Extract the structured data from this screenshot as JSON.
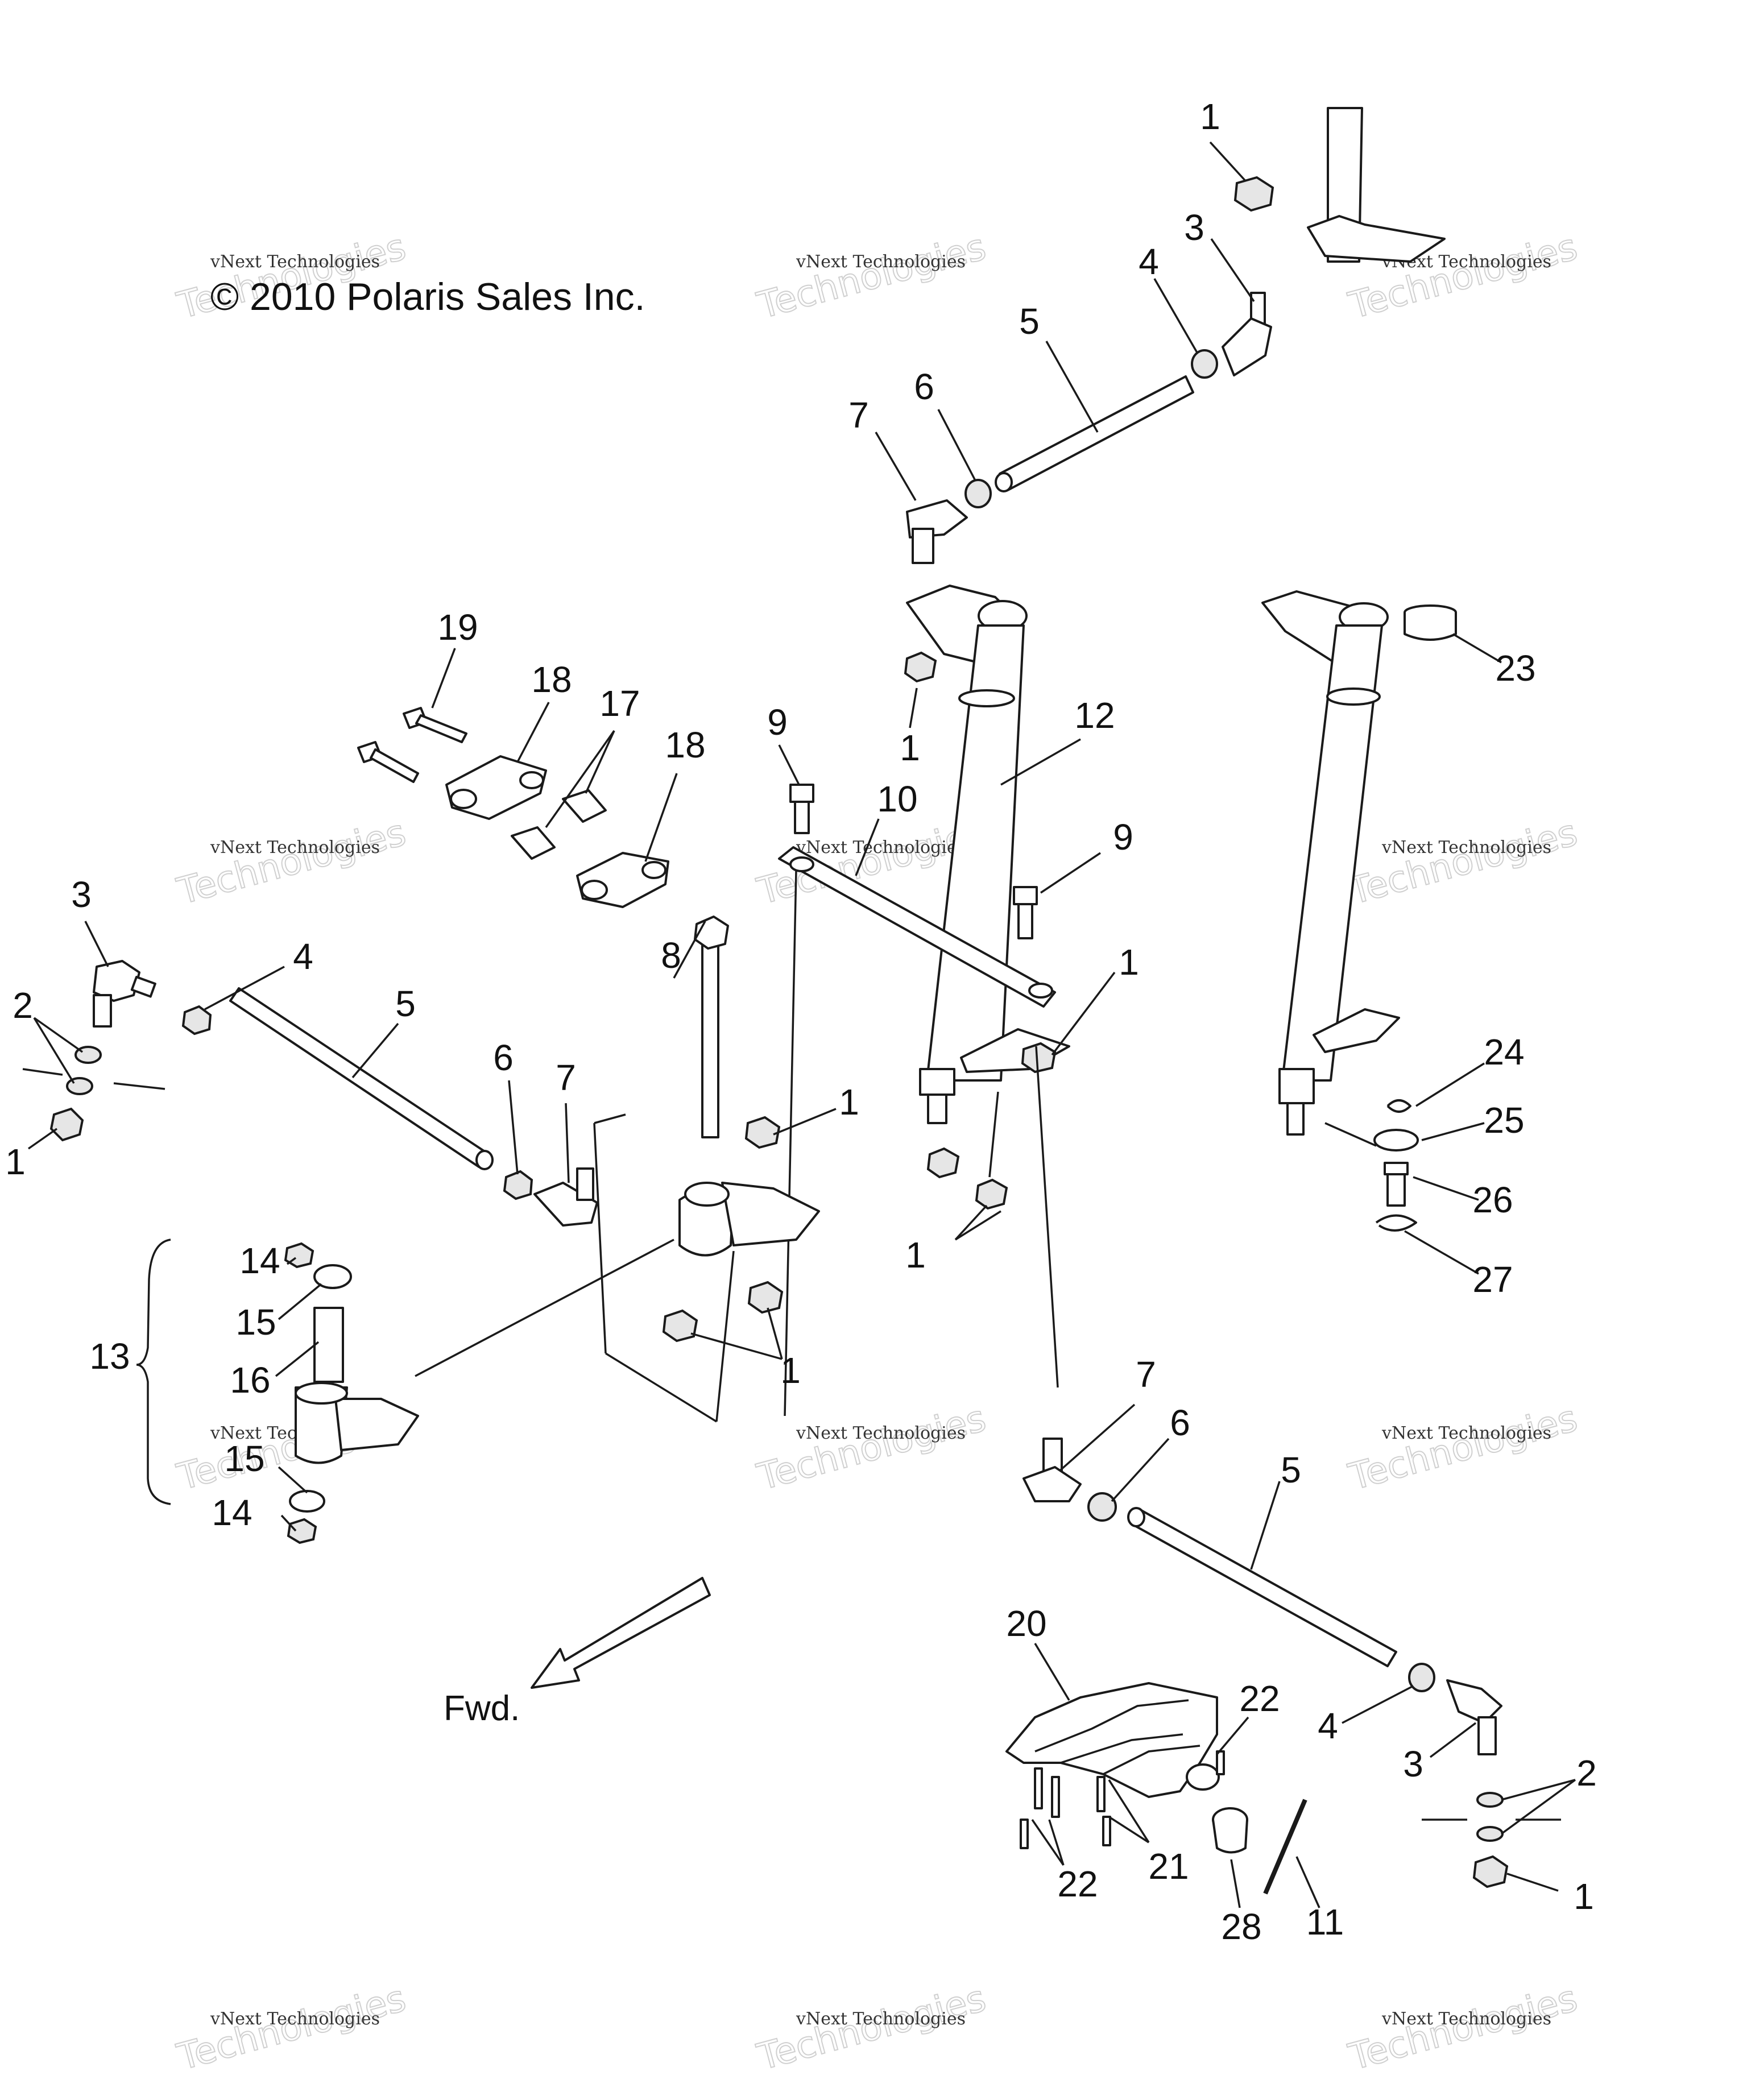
{
  "copyright": "© 2010 Polaris Sales Inc.",
  "direction_label": "Fwd.",
  "watermark": {
    "top": "vNext",
    "line1": "vNext Technologies",
    "line2": "Technologies"
  },
  "callouts": {
    "c1_top": "1",
    "c3_top": "3",
    "c4_top": "4",
    "c5_top": "5",
    "c6_top": "6",
    "c7_top": "7",
    "c19": "19",
    "c18_a": "18",
    "c17": "17",
    "c18_b": "18",
    "c9_a": "9",
    "c10": "10",
    "c12": "12",
    "c1_col": "1",
    "c9_b": "9",
    "c1_mid": "1",
    "c1_pair": "1",
    "c23": "23",
    "c24": "24",
    "c25": "25",
    "c26": "26",
    "c27": "27",
    "c3_left": "3",
    "c2_left": "2",
    "c1_left": "1",
    "c4_left": "4",
    "c5_left": "5",
    "c6_left": "6",
    "c7_left": "7",
    "c8": "8",
    "c1_idler_top": "1",
    "c1_idler_bot": "1",
    "c13": "13",
    "c14_top": "14",
    "c15_top": "15",
    "c16": "16",
    "c15_bot": "15",
    "c14_bot": "14",
    "c7_right": "7",
    "c6_right": "6",
    "c5_right": "5",
    "c4_right": "4",
    "c3_right": "3",
    "c2_right": "2",
    "c1_right": "1",
    "c20": "20",
    "c22_a": "22",
    "c22_b": "22",
    "c21": "21",
    "c28": "28",
    "c11": "11"
  }
}
